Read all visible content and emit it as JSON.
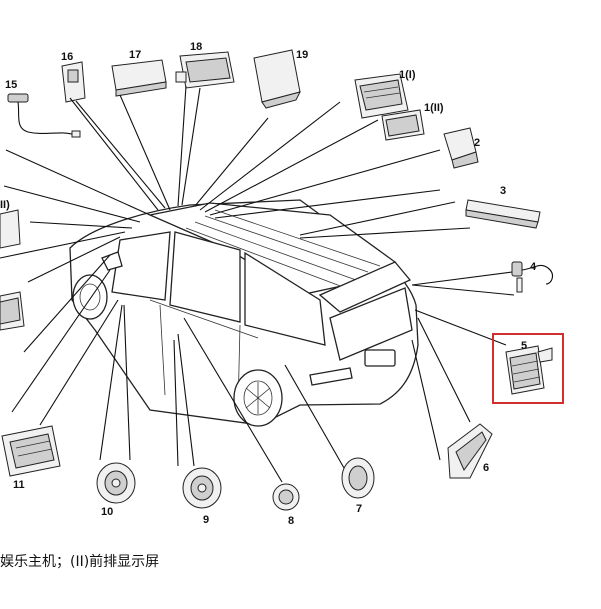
{
  "callouts": {
    "c1i": "1(I)",
    "c1ii": "1(II)",
    "c2": "2",
    "c3": "3",
    "c4": "4",
    "c5": "5",
    "c6": "6",
    "c7": "7",
    "c8": "8",
    "c9": "9",
    "c10": "10",
    "c11": "11",
    "c15": "15",
    "c16": "16",
    "c17": "17",
    "c18": "18",
    "c19": "19",
    "cII_left": "II)"
  },
  "caption": "娱乐主机；(II)前排显示屏",
  "colors": {
    "highlight": "#d32f2f",
    "line": "#111111"
  },
  "highlighted_component": "5"
}
